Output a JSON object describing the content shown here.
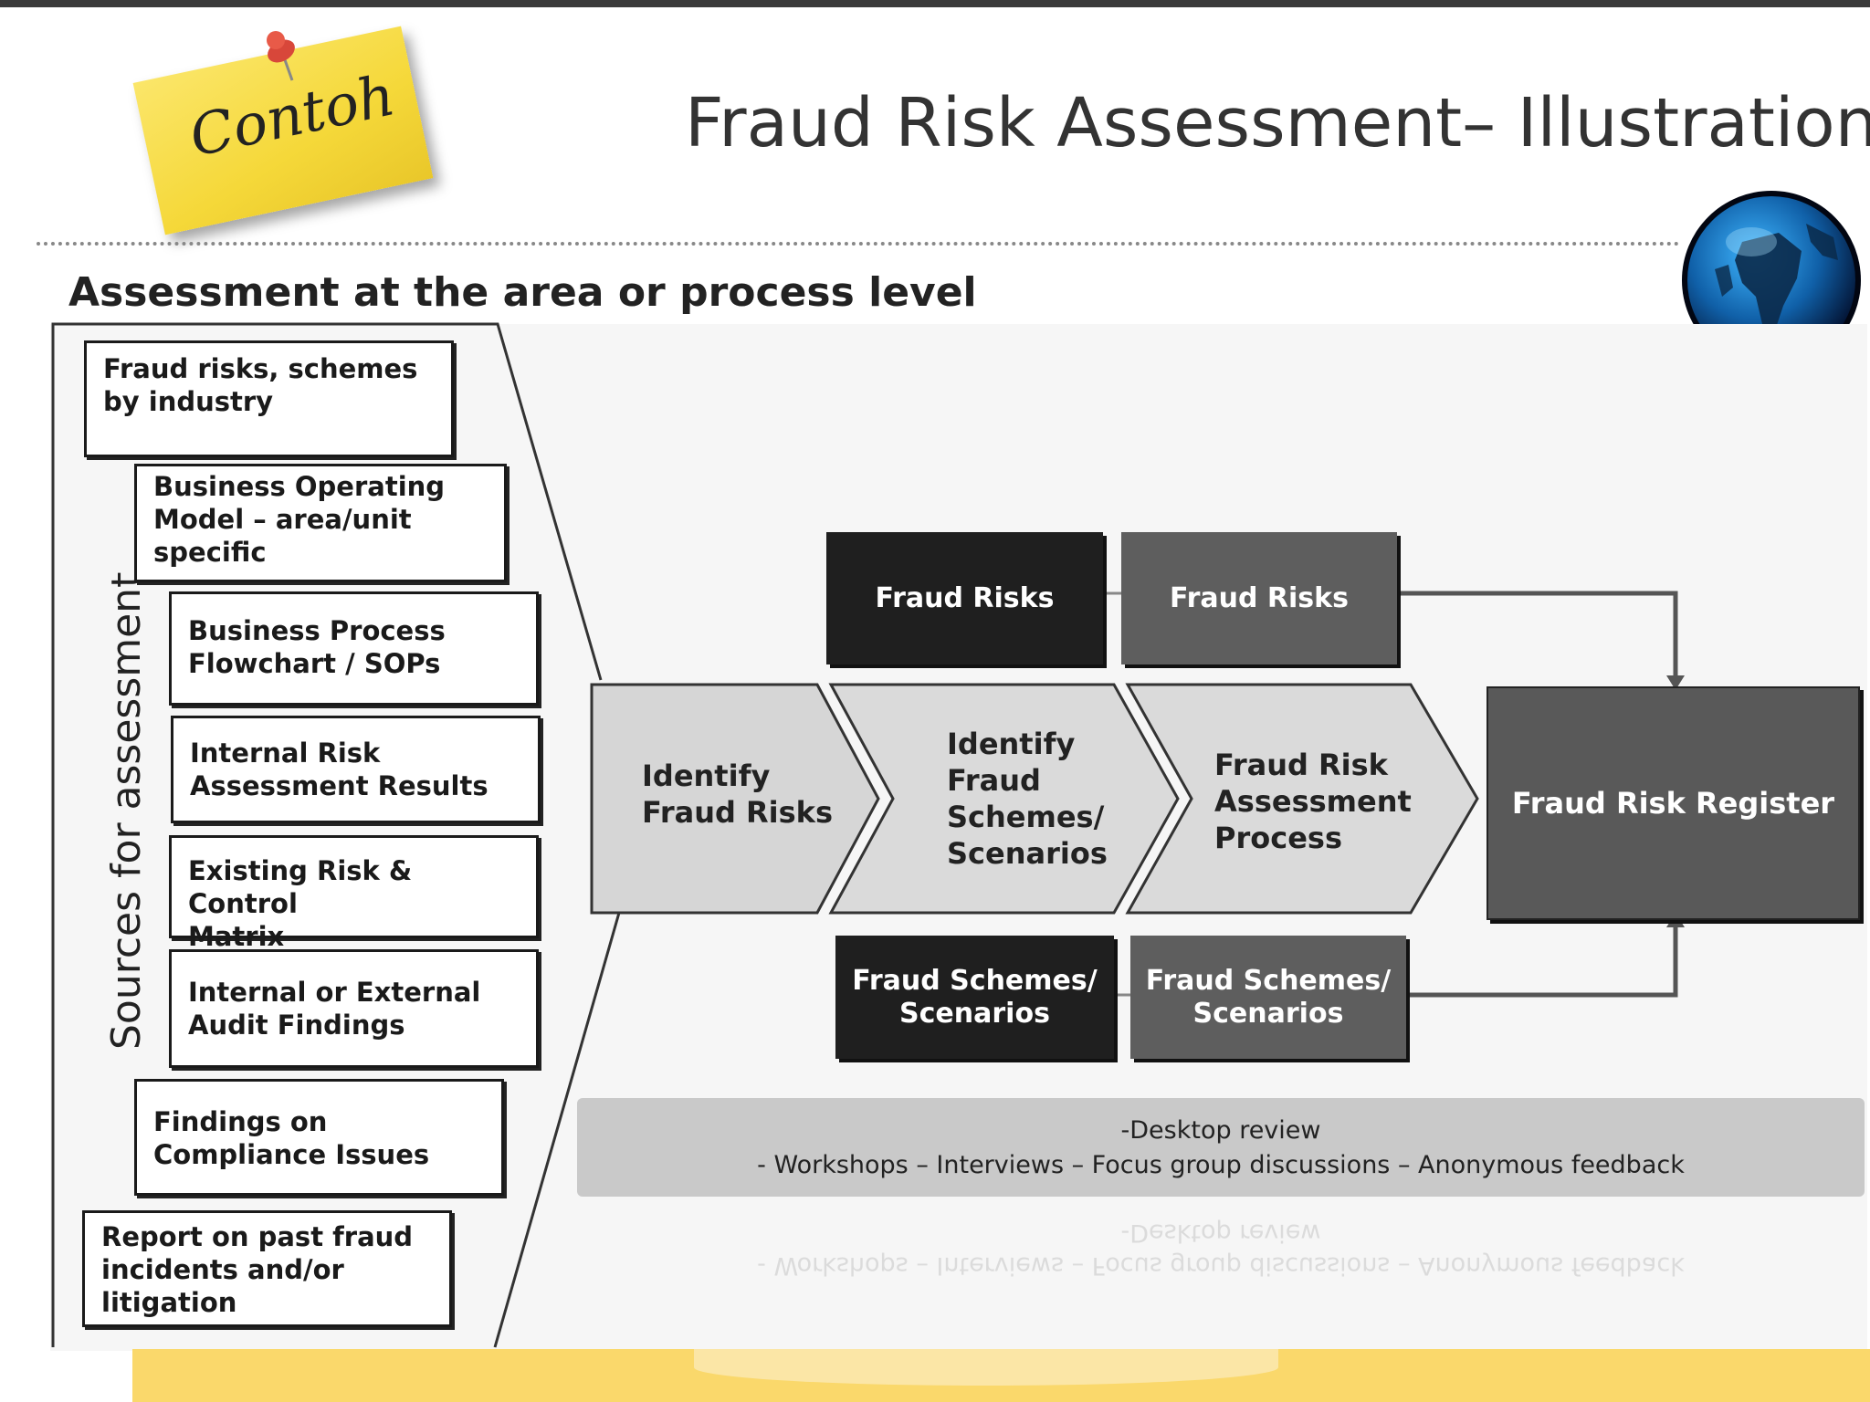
{
  "note": {
    "text": "Contoh"
  },
  "header": {
    "title": "Fraud Risk Assessment– Illustration"
  },
  "subtitle": "Assessment at the area or process level",
  "sources": {
    "label": "Sources for assessment",
    "items": [
      "Fraud risks, schemes\nby industry",
      "Business Operating\nModel – area/unit\nspecific",
      "Business Process\nFlowchart / SOPs",
      "Internal Risk\nAssessment Results",
      "Existing Risk & Control\nMatrix",
      "Internal or External\nAudit Findings",
      "Findings on\nCompliance Issues",
      "Report on past fraud\nincidents and/or\nlitigation"
    ]
  },
  "process": {
    "steps": [
      "Identify\nFraud Risks",
      "Identify\nFraud\nSchemes/\nScenarios",
      "Fraud Risk\nAssessment\nProcess"
    ],
    "top_dark": "Fraud Risks",
    "top_mid": "Fraud Risks",
    "bottom_dark": "Fraud Schemes/\nScenarios",
    "bottom_mid": "Fraud Schemes/\nScenarios",
    "register": "Fraud Risk Register"
  },
  "methods": {
    "line1": "-Desktop review",
    "line2": "- Workshops – Interviews – Focus group discussions – Anonymous  feedback"
  },
  "colors": {
    "note": "#f5d839",
    "dark_box": "#1f1f1f",
    "mid_box": "#5e5e5e",
    "chevron": "#d8d8d8",
    "method_bar": "#c9c9c9",
    "bottom_band": "#fad86b"
  }
}
